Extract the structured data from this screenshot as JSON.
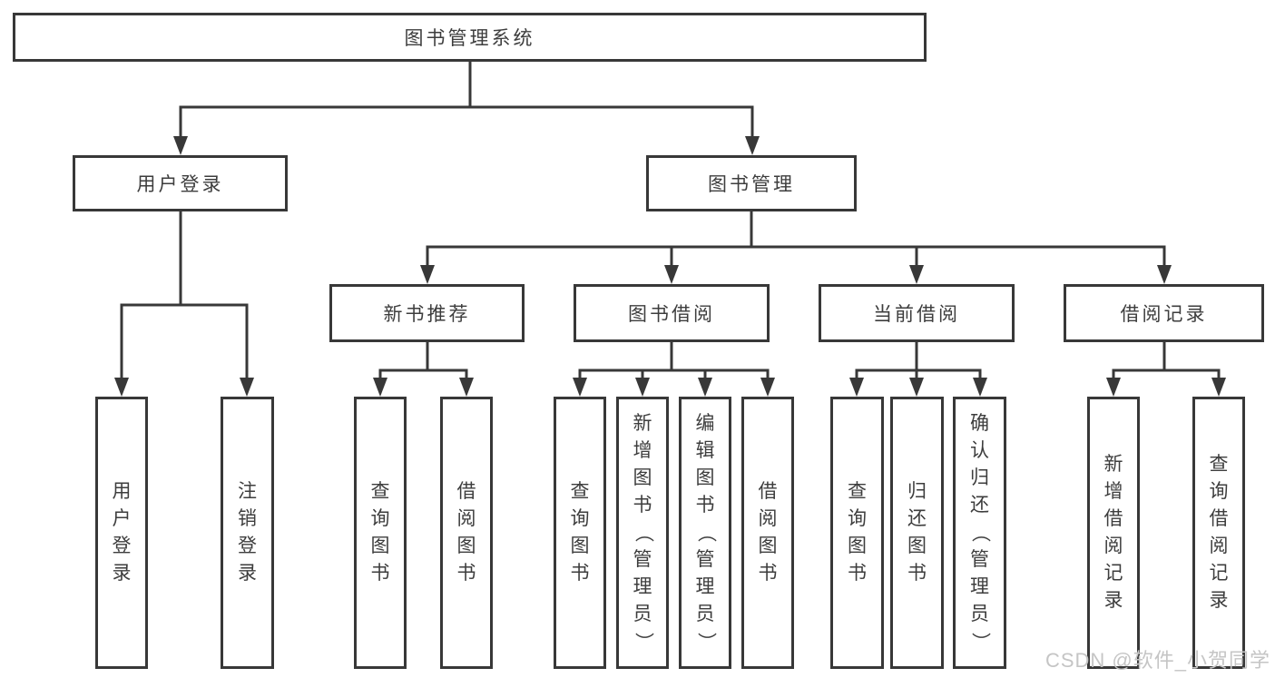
{
  "colors": {
    "line": "#383838",
    "box_border": "#383838",
    "text": "#3d3d3d",
    "watermark": "#c5c5c5",
    "background": "#ffffff"
  },
  "tree": {
    "root": "图书管理系统",
    "branches": [
      {
        "label": "用户登录",
        "leaves": [
          "用户登录",
          "注销登录"
        ]
      },
      {
        "label": "图书管理",
        "groups": [
          {
            "label": "新书推荐",
            "leaves": [
              "查询图书",
              "借阅图书"
            ]
          },
          {
            "label": "图书借阅",
            "leaves": [
              "查询图书",
              "新增图书（管理员）",
              "编辑图书（管理员）",
              "借阅图书"
            ]
          },
          {
            "label": "当前借阅",
            "leaves": [
              "查询图书",
              "归还图书",
              "确认归还（管理员）"
            ]
          },
          {
            "label": "借阅记录",
            "leaves": [
              "新增借阅记录",
              "查询借阅记录"
            ]
          }
        ]
      }
    ]
  },
  "watermark": "CSDN @软件_小贺同学"
}
